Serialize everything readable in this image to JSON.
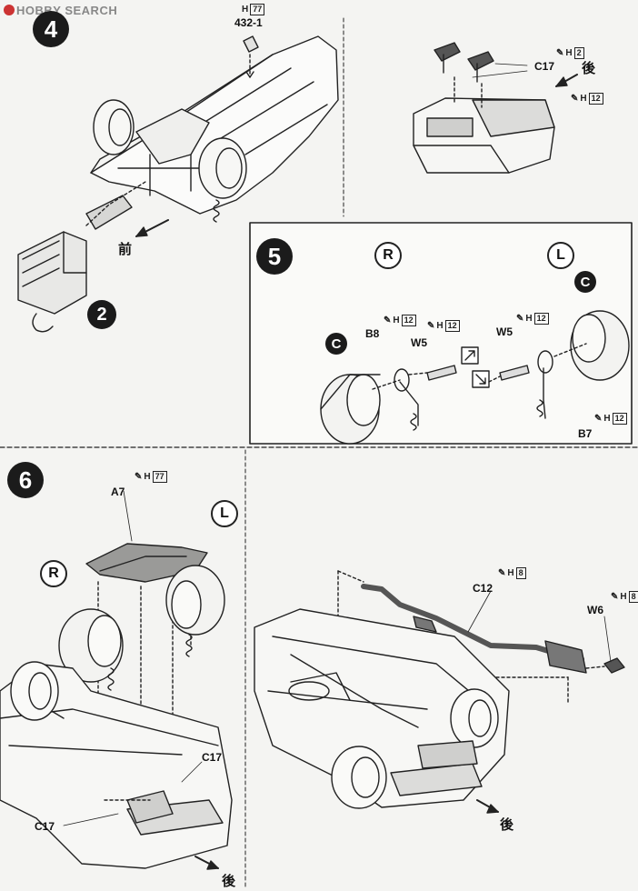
{
  "watermark": {
    "text": "HOBBY SEARCH"
  },
  "step4": {
    "number": "4",
    "part_432_1": "432-1",
    "part_432_1_color": "H",
    "part_432_1_color_num": "77",
    "front_label": "前",
    "ref_step": "2"
  },
  "step4_detail": {
    "part_c17": "C17",
    "c17_color": "H",
    "c17_color_num": "2",
    "rear_label": "後",
    "body_color": "H",
    "body_color_num": "12"
  },
  "step5": {
    "number": "5",
    "side_r": "R",
    "side_l": "L",
    "wheel_left": "C",
    "wheel_right": "C",
    "part_b8": "B8",
    "part_b8_color": "H",
    "part_b8_color_num": "12",
    "part_w5_left": "W5",
    "part_w5_left_color": "H",
    "part_w5_left_color_num": "12",
    "part_w5_right": "W5",
    "part_w5_right_color": "H",
    "part_w5_right_color_num": "12",
    "part_b7": "B7",
    "part_b7_color": "H",
    "part_b7_color_num": "12"
  },
  "step6": {
    "number": "6",
    "part_a7": "A7",
    "part_a7_color": "H",
    "part_a7_color_num": "77",
    "side_l": "L",
    "side_r": "R",
    "part_c17_upper": "C17",
    "part_c17_lower": "C17",
    "rear_label": "後"
  },
  "step6_exhaust": {
    "part_c12": "C12",
    "part_c12_color": "H",
    "part_c12_color_num": "8",
    "part_w6": "W6",
    "part_w6_color": "H",
    "part_w6_color_num": "8",
    "rear_label": "後"
  }
}
